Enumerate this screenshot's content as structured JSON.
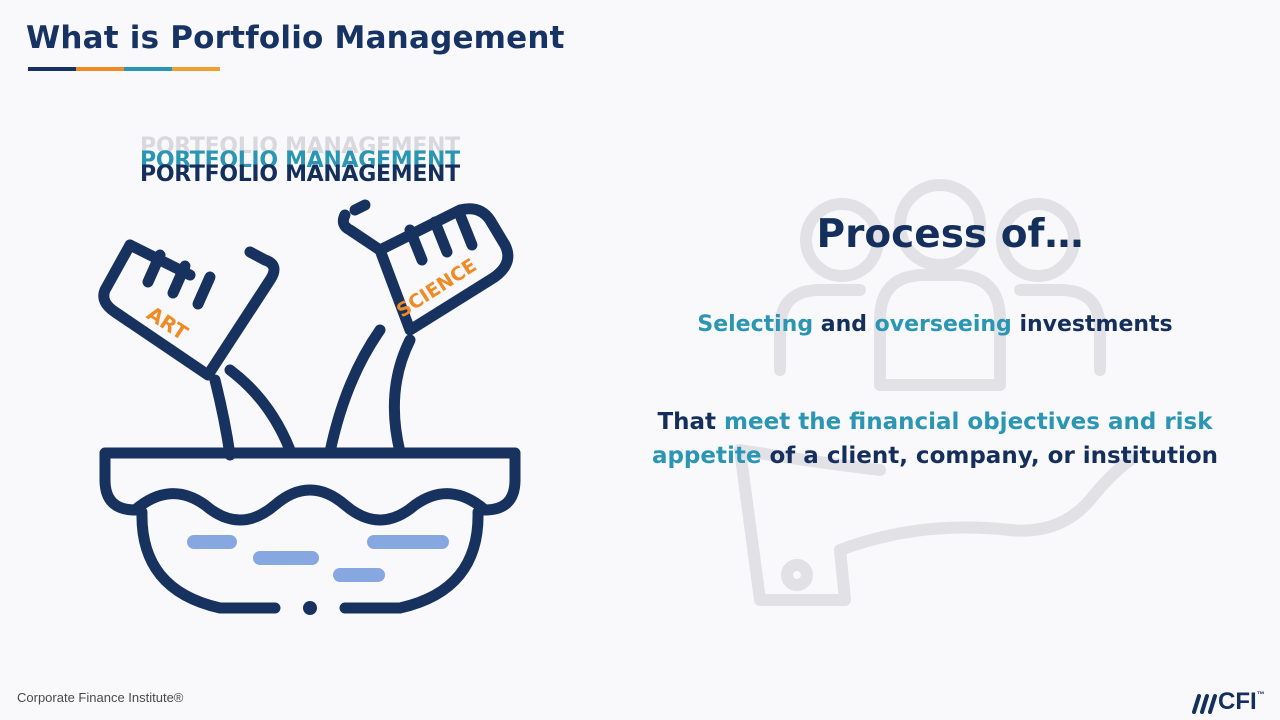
{
  "slide": {
    "title": "What is Portfolio Management",
    "accent_colors": [
      "#163363",
      "#f08a24",
      "#2a96b4",
      "#f0a030"
    ]
  },
  "illustration": {
    "stack_text": "PORTFOLIO MANAGEMENT",
    "stack_colors": [
      "#d8d8de",
      "#2a96b4",
      "#152f5c"
    ],
    "art_label": "ART",
    "science_label": "SCIENCE",
    "icon": "bowl-with-ladles-icon"
  },
  "content": {
    "heading": "Process of…",
    "line1": {
      "part1": "Selecting",
      "part2": " and ",
      "part3": "overseeing",
      "part4": " investments"
    },
    "line2": {
      "part1": "That ",
      "part2": "meet the financial objectives and risk appetite",
      "part3": " of a client, company, or institution"
    },
    "background_icon": "people-on-hand-icon"
  },
  "footer": {
    "credit": "Corporate Finance Institute®",
    "logo_text": "CFI",
    "logo_tm": "™"
  }
}
